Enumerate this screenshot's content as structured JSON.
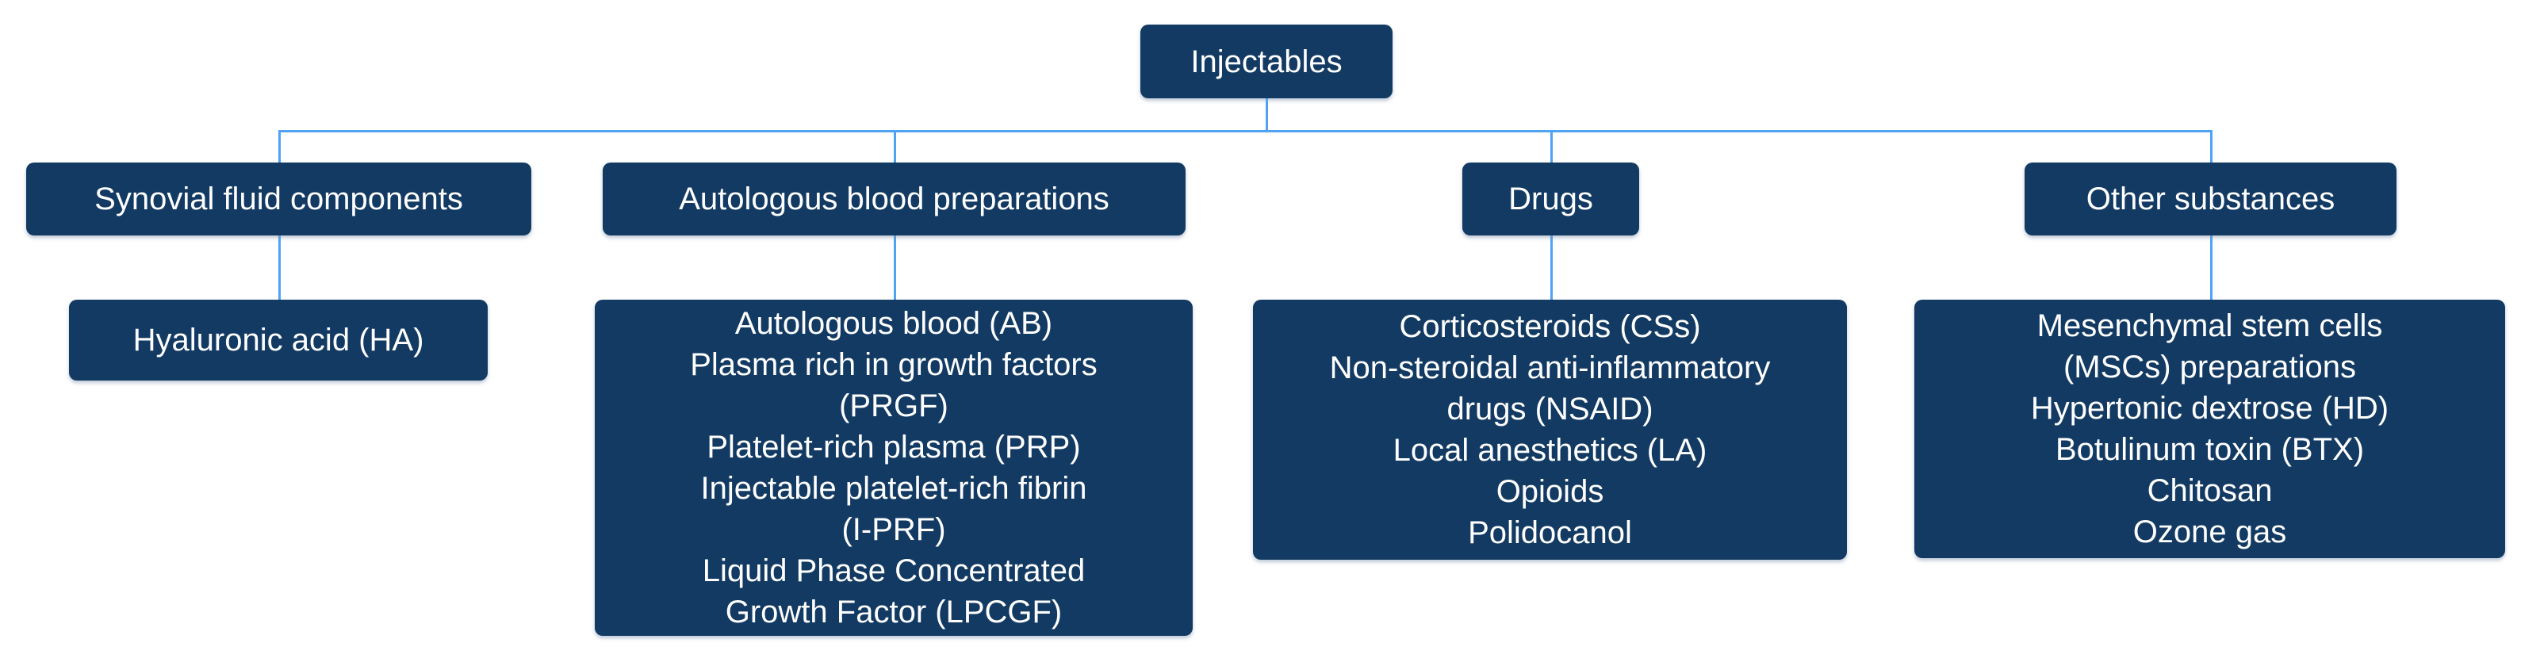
{
  "diagram": {
    "title_node": {
      "label": "Injectables"
    },
    "branches": [
      {
        "label": "Synovial fluid components",
        "items": [
          [
            "Hyaluronic acid (HA)"
          ]
        ]
      },
      {
        "label": "Autologous blood preparations",
        "items": [
          [
            "Autologous blood (AB)"
          ],
          [
            "Plasma rich in growth factors",
            "(PRGF)"
          ],
          [
            "Platelet-rich plasma (PRP)"
          ],
          [
            "Injectable platelet-rich fibrin",
            "(I-PRF)"
          ],
          [
            "Liquid Phase Concentrated",
            "Growth Factor (LPCGF)"
          ]
        ]
      },
      {
        "label": "Drugs",
        "items": [
          [
            "Corticosteroids (CSs)"
          ],
          [
            "Non-steroidal anti-inflammatory",
            "drugs (NSAID)"
          ],
          [
            "Local anesthetics (LA)"
          ],
          [
            "Opioids"
          ],
          [
            "Polidocanol"
          ]
        ]
      },
      {
        "label": "Other substances",
        "items": [
          [
            "Mesenchymal stem cells",
            "(MSCs) preparations"
          ],
          [
            "Hypertonic dextrose (HD)"
          ],
          [
            "Botulinum toxin (BTX)"
          ],
          [
            "Chitosan"
          ],
          [
            "Ozone gas"
          ]
        ]
      }
    ],
    "colors": {
      "box_fill": "#123a63",
      "connector": "#4fa3f2",
      "text": "#ffffff"
    }
  }
}
